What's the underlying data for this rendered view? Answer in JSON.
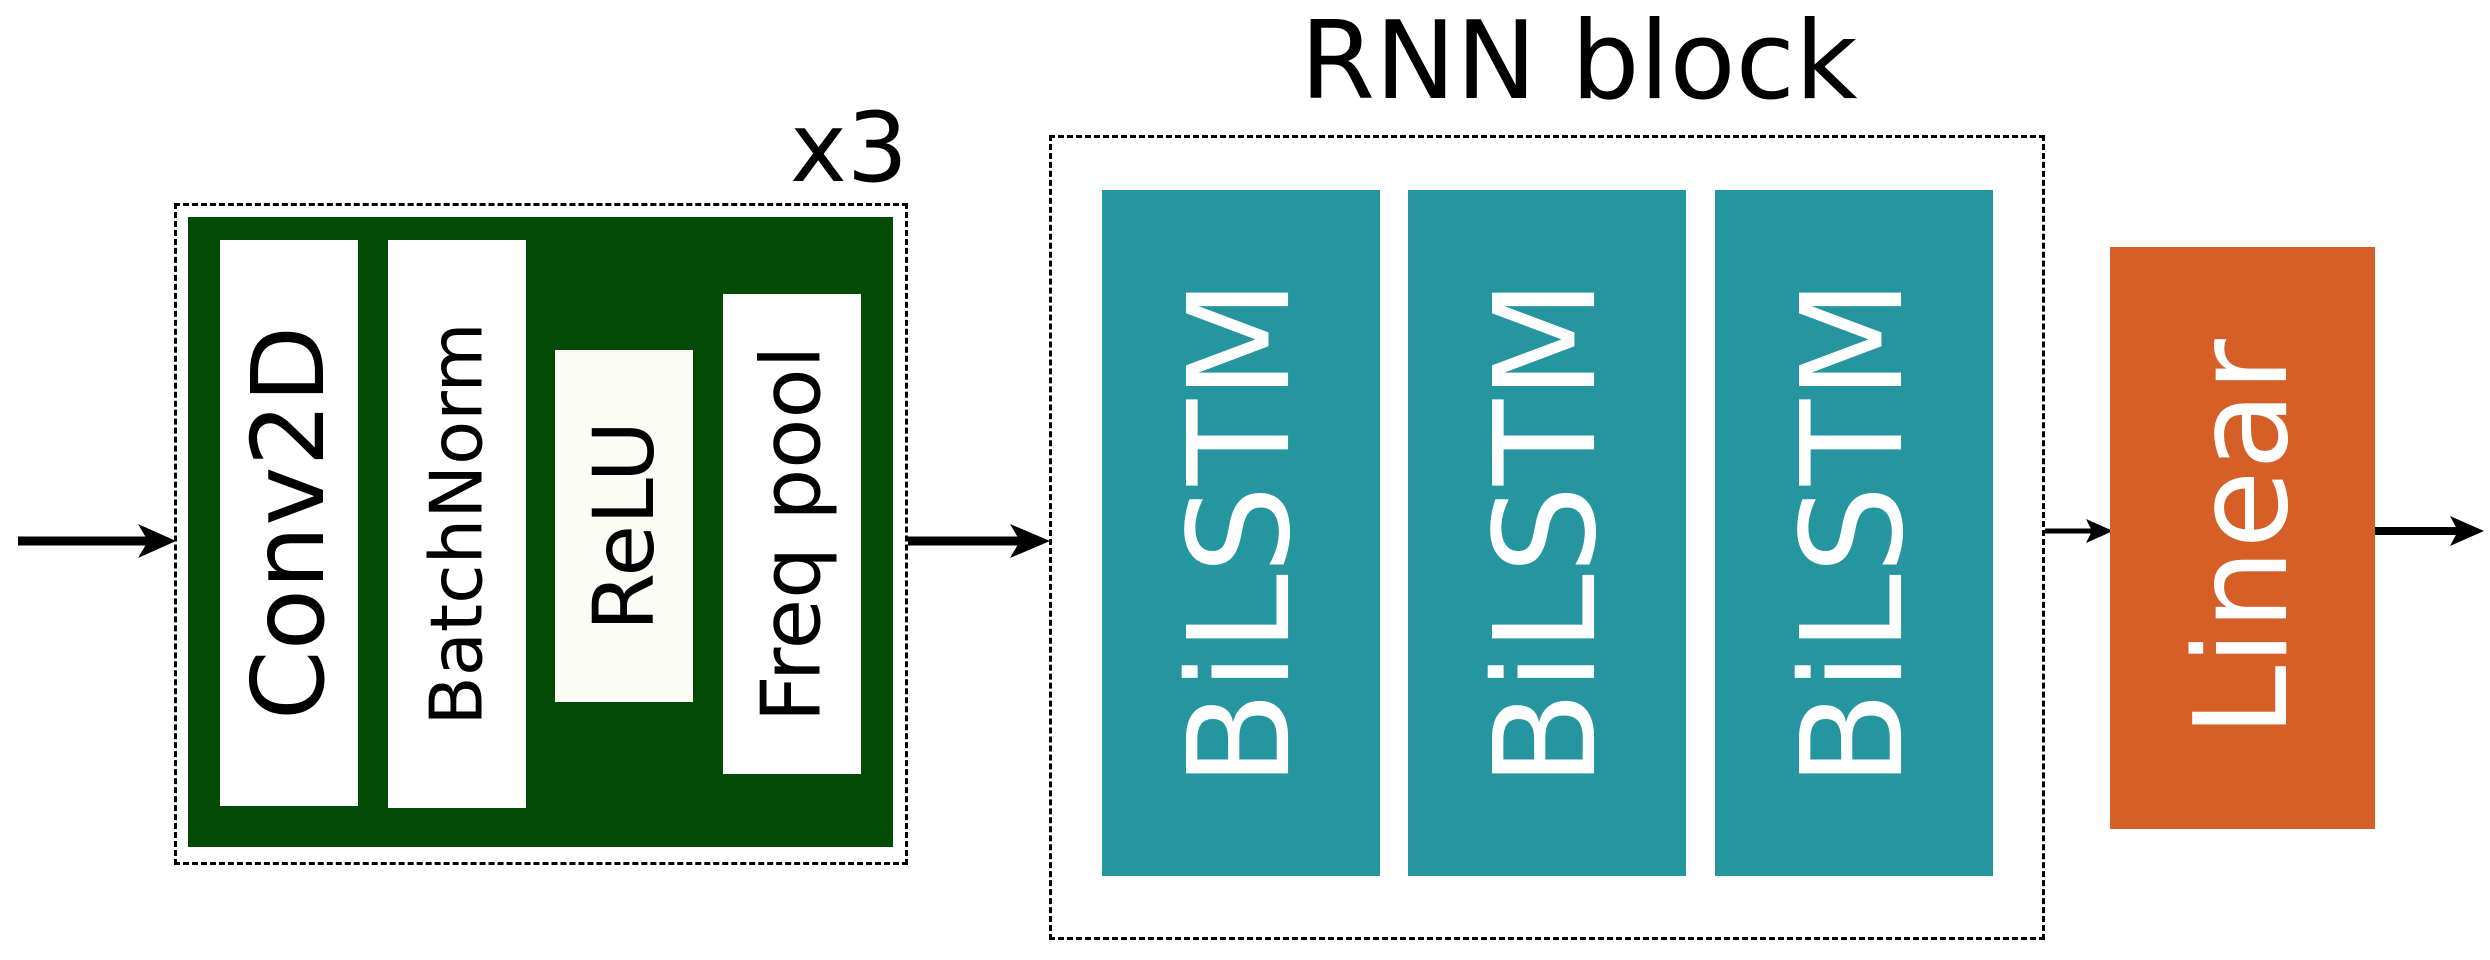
{
  "cnn_block": {
    "repeat_label": "x3",
    "layers": [
      "Conv2D",
      "BatchNorm",
      "ReLU",
      "Freq pool"
    ]
  },
  "rnn_block": {
    "title": "RNN block",
    "layers": [
      "BiLSTM",
      "BiLSTM",
      "BiLSTM"
    ]
  },
  "output_layer": {
    "label": "Linear"
  },
  "colors": {
    "cnn_background": "#034a05",
    "bilstm": "#2595a0",
    "linear": "#d65f28",
    "layer_box": "#ffffff",
    "arrow": "#000000"
  }
}
